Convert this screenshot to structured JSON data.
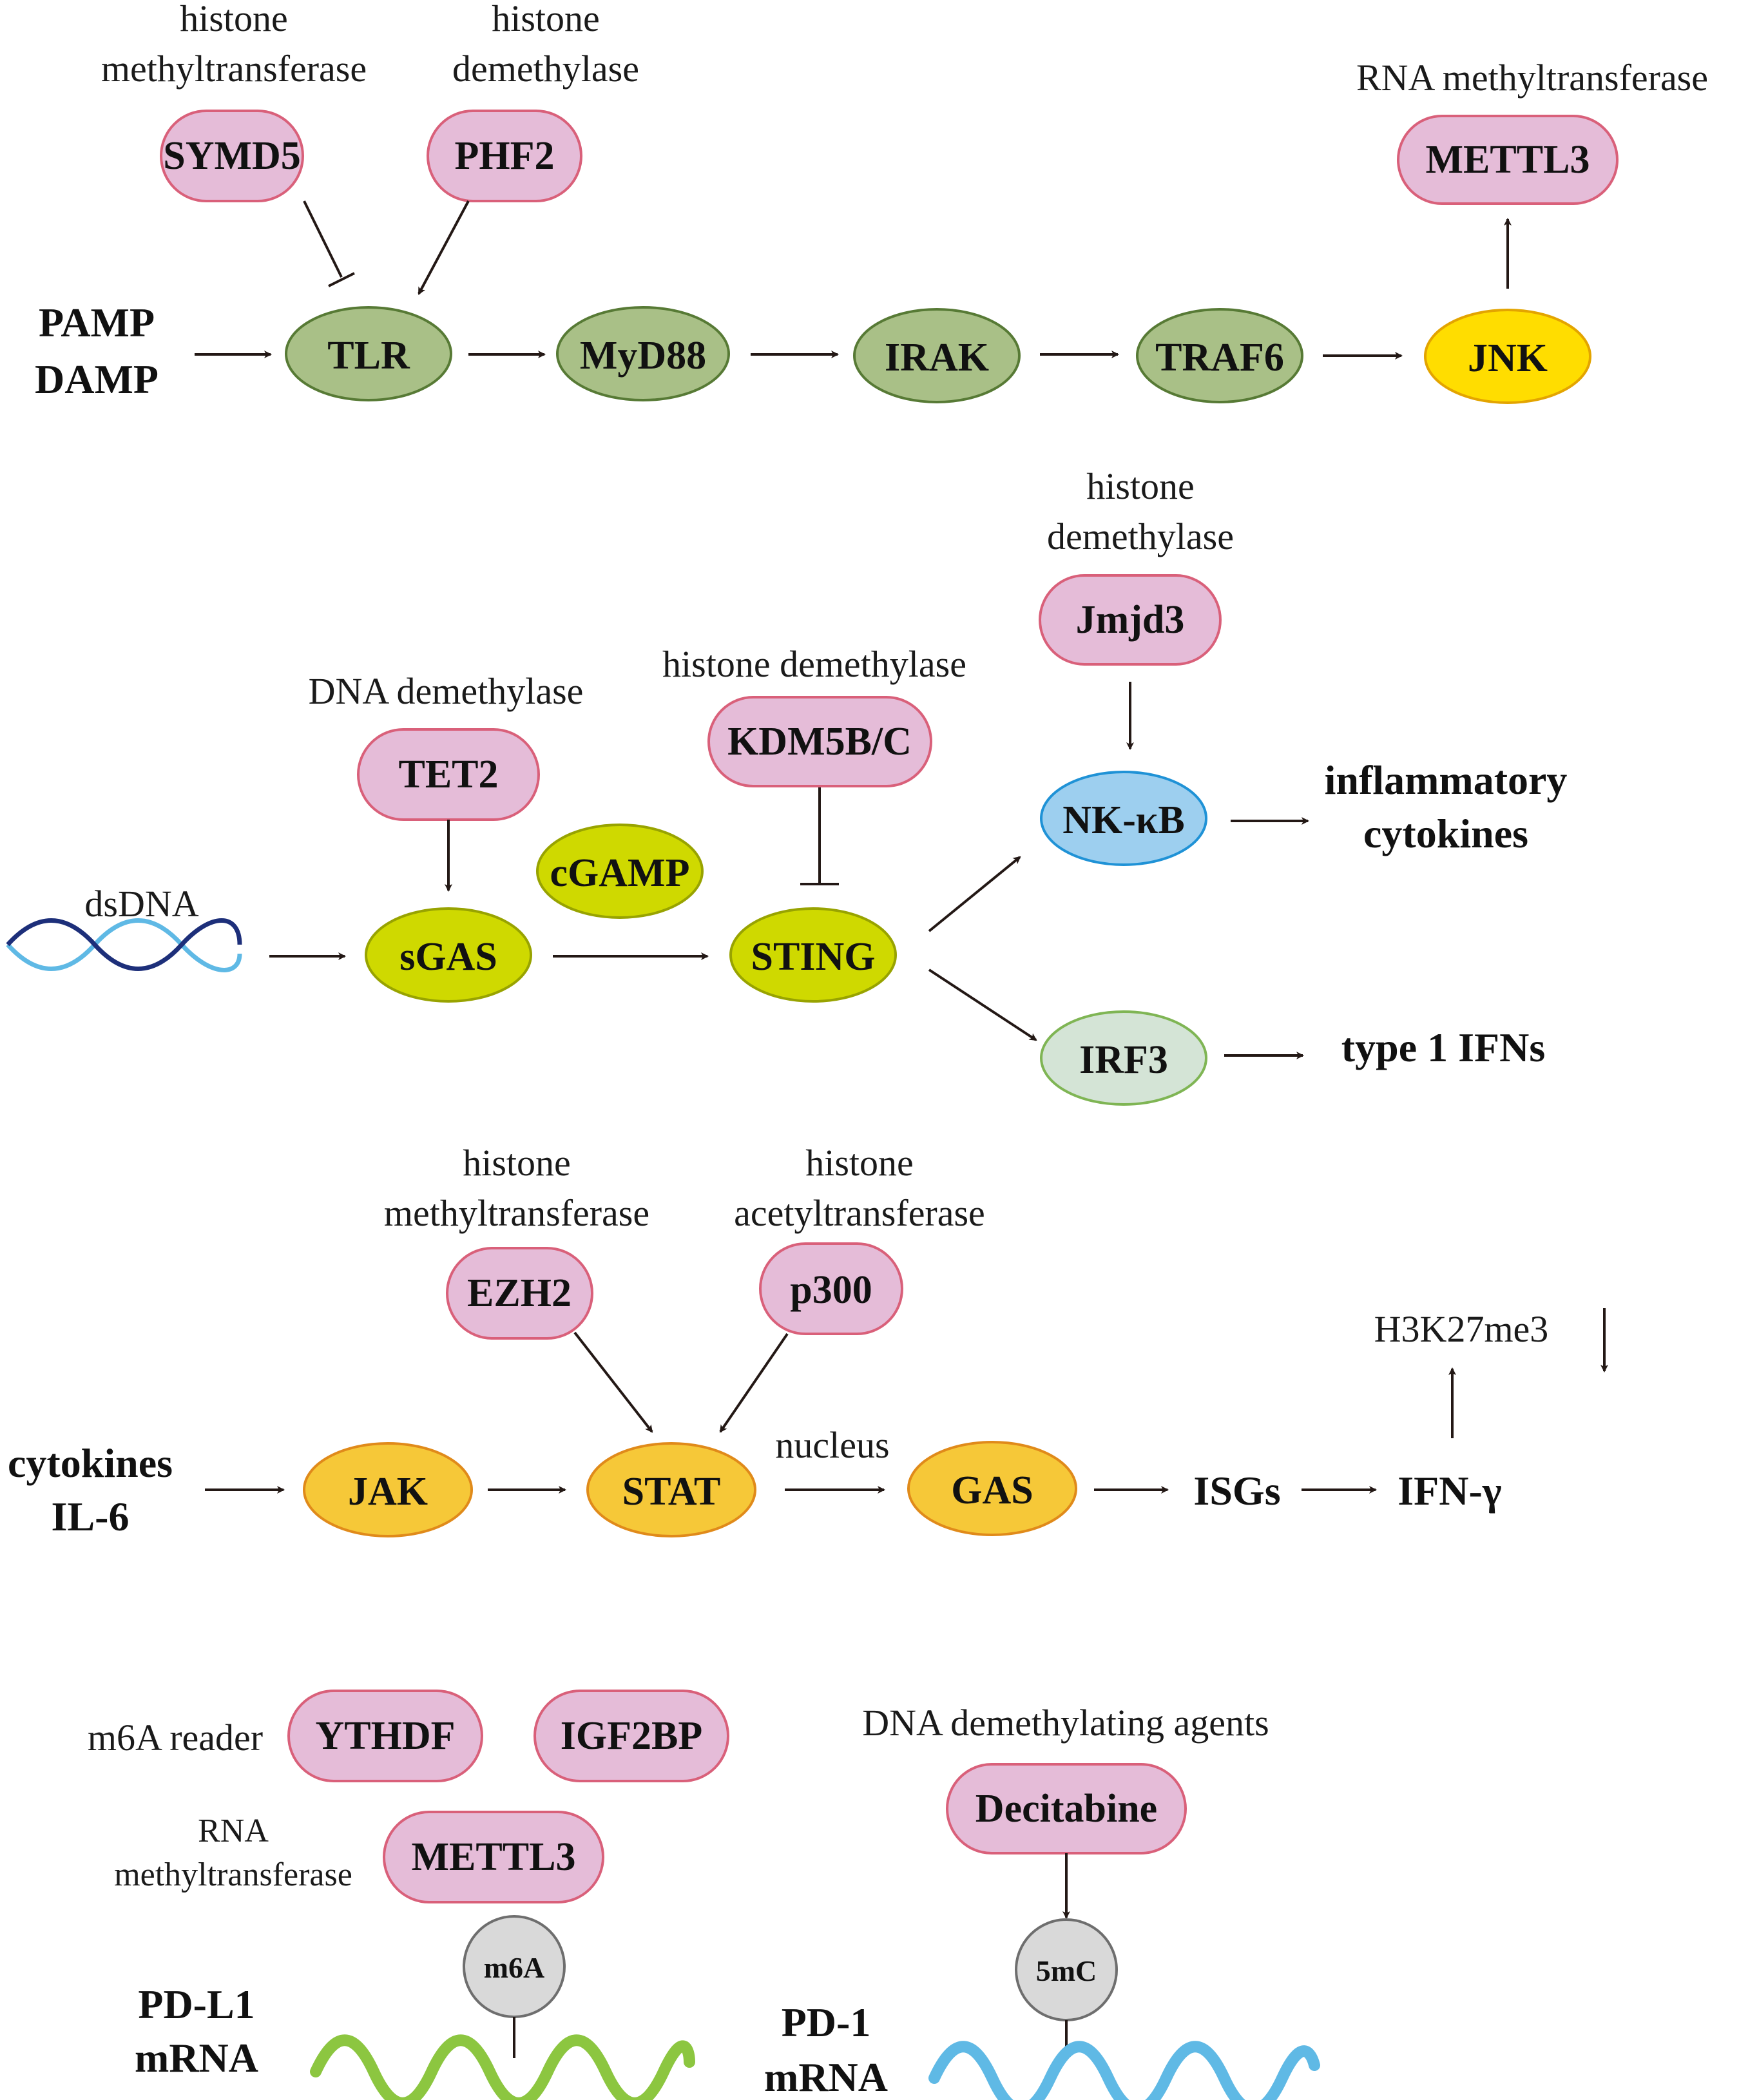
{
  "colors": {
    "pink_fill": "#e5bcd8",
    "pink_stroke": "#d9607a",
    "green_fill": "#a9c087",
    "green_stroke": "#577a35",
    "yellow_fill": "#ffdd00",
    "yellow_stroke": "#e3a400",
    "lime_fill": "#cfd900",
    "lime_stroke": "#98a300",
    "blue_fill": "#9dcfef",
    "blue_stroke": "#1f92d6",
    "lightgreen_fill": "#d4e4d6",
    "lightgreen_stroke": "#7fb554",
    "orange_fill": "#f6c838",
    "orange_stroke": "#e08a1a",
    "grey_fill": "#d9d9d9",
    "grey_stroke": "#6e6e6e",
    "helix_blue": "#5fb9e5",
    "helix_green": "#8cc640"
  },
  "section1": {
    "input_line1": "PAMP",
    "input_line2": "DAMP",
    "symd5_caption1": "histone",
    "symd5_caption2": "methyltransferase",
    "symd5": "SYMD5",
    "phf2_caption1": "histone",
    "phf2_caption2": "demethylase",
    "phf2": "PHF2",
    "tlr": "TLR",
    "myd88": "MyD88",
    "irak": "IRAK",
    "traf6": "TRAF6",
    "jnk": "JNK",
    "mettl3_caption": "RNA methyltransferase",
    "mettl3": "METTL3"
  },
  "section2": {
    "dsdna": "dsDNA",
    "tet2_caption": "DNA demethylase",
    "tet2": "TET2",
    "sgas": "sGAS",
    "cgamp": "cGAMP",
    "kdm_caption": "histone demethylase",
    "kdm": "KDM5B/C",
    "sting": "STING",
    "jmjd3_caption1": "histone",
    "jmjd3_caption2": "demethylase",
    "jmjd3": "Jmjd3",
    "nfkb": "NK-κB",
    "inflam1": "inflammatory",
    "inflam2": "cytokines",
    "irf3": "IRF3",
    "ifns": "type 1 IFNs"
  },
  "section3": {
    "input_line1": "cytokines",
    "input_line2": "IL-6",
    "ezh2_caption1": "histone",
    "ezh2_caption2": "methyltransferase",
    "ezh2": "EZH2",
    "p300_caption1": "histone",
    "p300_caption2": "acetyltransferase",
    "p300": "p300",
    "jak": "JAK",
    "stat": "STAT",
    "nucleus": "nucleus",
    "gas": "GAS",
    "isgs": "ISGs",
    "ifng": "IFN-γ",
    "h3k27me3": "H3K27me3"
  },
  "section4": {
    "reader_caption": "m6A reader",
    "ythdf": "YTHDF",
    "igf2bp": "IGF2BP",
    "mettl3_caption1": "RNA",
    "mettl3_caption2": "methyltransferase",
    "mettl3": "METTL3",
    "m6a": "m6A",
    "pdl1_line1": "PD-L1",
    "pdl1_line2": "mRNA",
    "agents_caption": "DNA demethylating agents",
    "decitabine": "Decitabine",
    "fivemc": "5mC",
    "pd1_line1": "PD-1",
    "pd1_line2": "mRNA"
  }
}
